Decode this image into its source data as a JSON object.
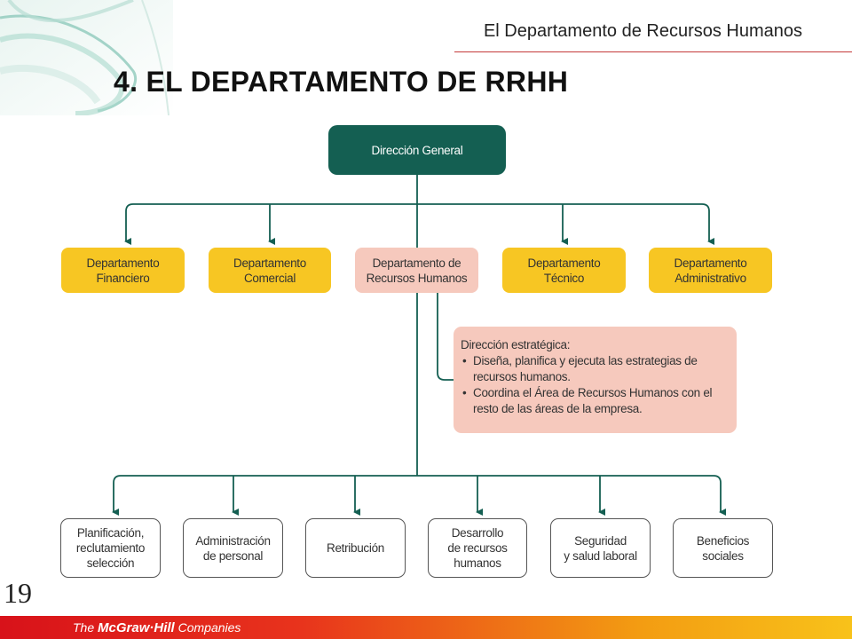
{
  "header": {
    "title": "El Departamento de Recursos Humanos",
    "main_title": "4. EL DEPARTAMENTO DE RRHH"
  },
  "org_chart": {
    "top": "Dirección General",
    "departments": [
      "Departamento\nFinanciero",
      "Departamento\nComercial",
      "Departamento de\nRecursos Humanos",
      "Departamento\nTécnico",
      "Departamento\nAdministrativo"
    ],
    "strategy": {
      "title": "Dirección estratégica:",
      "bullets": [
        "Diseña, planifica y ejecuta las estrategias de recursos humanos.",
        "Coordina el Área de Recursos Humanos con el resto de las áreas de la empresa."
      ]
    },
    "functions": [
      "Planificación,\nreclutamiento\nselección",
      "Administración\nde personal",
      "Retribución",
      "Desarrollo\nde recursos\nhumanos",
      "Seguridad\ny salud laboral",
      "Beneficios\nsociales"
    ]
  },
  "footer": {
    "page_number": "19",
    "logo_prefix": "The ",
    "logo_brand": "McGraw·Hill",
    "logo_suffix": " Companies"
  },
  "colors": {
    "direction": "#145f52",
    "department": "#f7c623",
    "hr_highlight": "#f6c9bd",
    "connector": "#145f52"
  }
}
